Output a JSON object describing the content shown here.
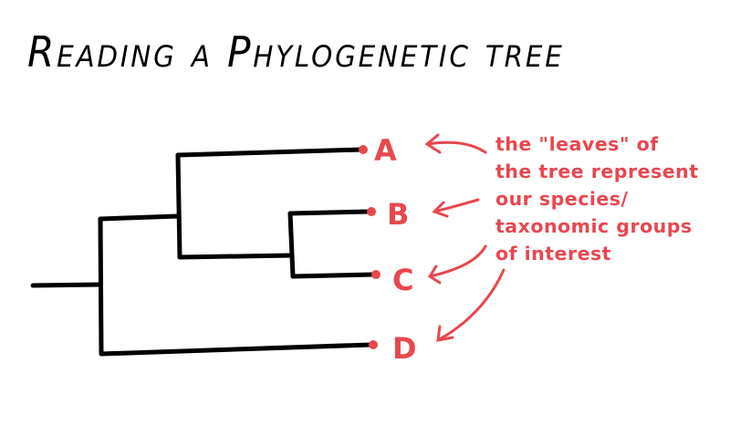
{
  "title": "Reading a Phylogenetic tree",
  "leaves": [
    "A",
    "B",
    "C",
    "D"
  ],
  "annotation": [
    "the \"leaves\" of",
    "the tree represent",
    "our species/",
    "taxonomic groups",
    "of interest"
  ],
  "colors": {
    "tree": "#000000",
    "annotation": "#e8474f"
  }
}
